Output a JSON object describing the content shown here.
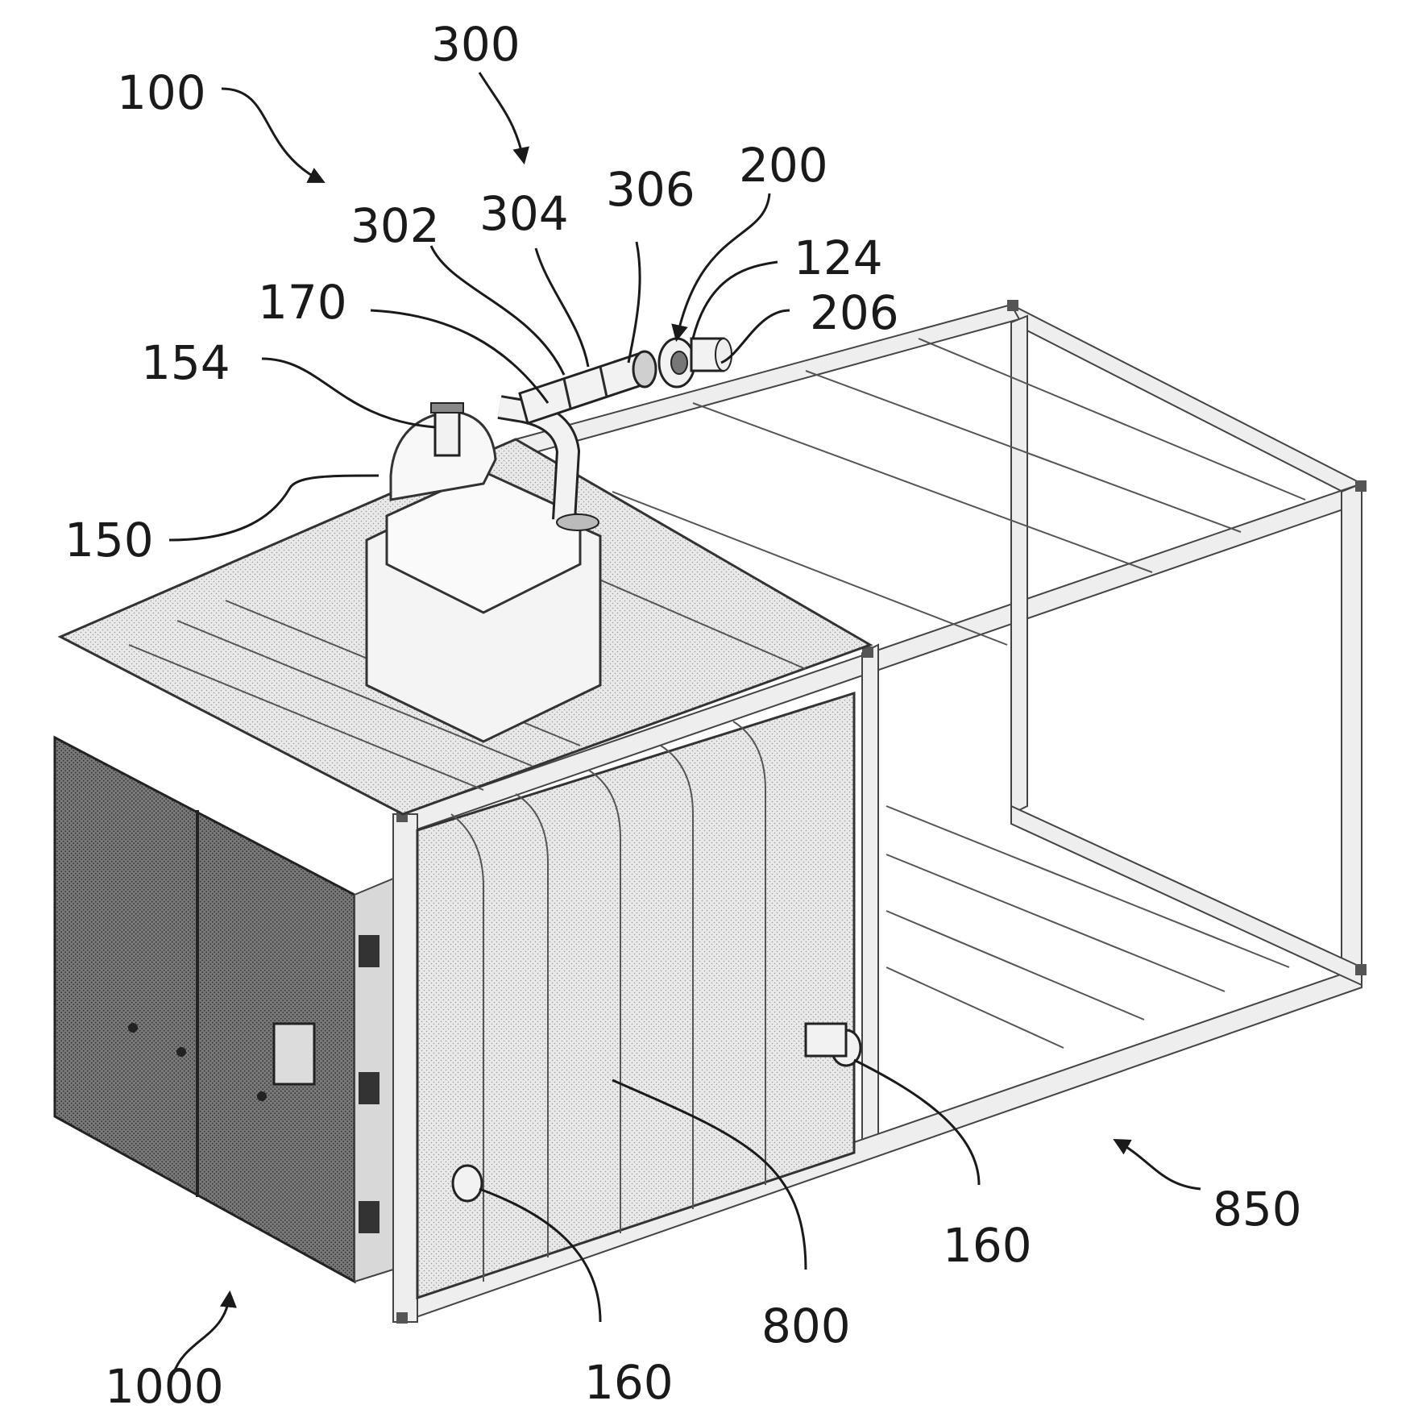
{
  "figure": {
    "labels": {
      "l100": "100",
      "l300": "300",
      "l302": "302",
      "l304": "304",
      "l306": "306",
      "l200": "200",
      "l124": "124",
      "l206": "206",
      "l170": "170",
      "l154": "154",
      "l150": "150",
      "l160_right": "160",
      "l160_bottom": "160",
      "l850": "850",
      "l800": "800",
      "l1000": "1000"
    }
  }
}
